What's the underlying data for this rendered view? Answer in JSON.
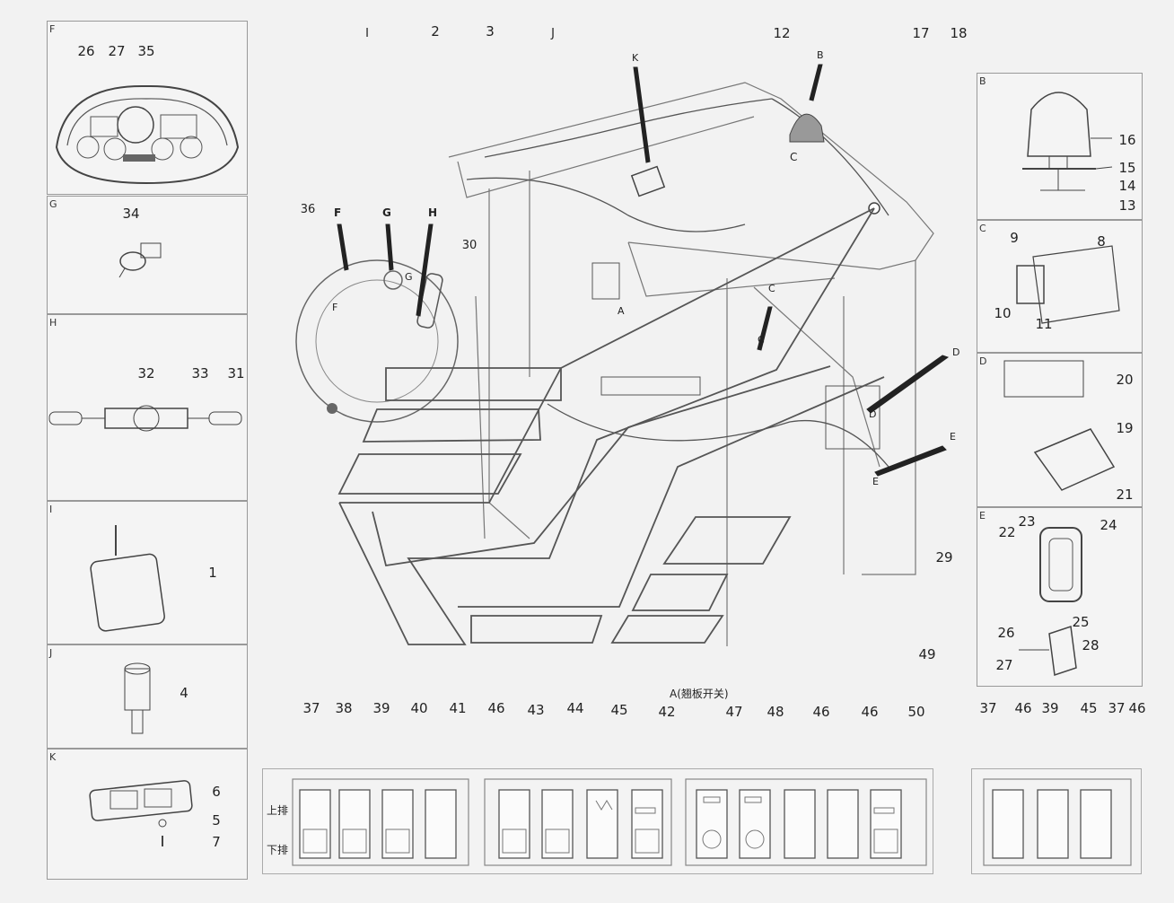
{
  "panels": {
    "F": {
      "tag": "F",
      "labels": [
        "26",
        "27",
        "35"
      ]
    },
    "G": {
      "tag": "G",
      "labels": [
        "34"
      ]
    },
    "H": {
      "tag": "H",
      "labels": [
        "32",
        "33",
        "31"
      ]
    },
    "I": {
      "tag": "I",
      "labels": [
        "1"
      ]
    },
    "J": {
      "tag": "J",
      "labels": [
        "4"
      ]
    },
    "K": {
      "tag": "K",
      "labels": [
        "6",
        "5",
        "7"
      ]
    },
    "B": {
      "tag": "B",
      "labels": [
        "16",
        "15",
        "14",
        "13"
      ]
    },
    "C": {
      "tag": "C",
      "labels": [
        "9",
        "8",
        "10",
        "11"
      ]
    },
    "D": {
      "tag": "D",
      "labels": [
        "20",
        "19",
        "21"
      ]
    },
    "E": {
      "tag": "E",
      "labels": [
        "22",
        "23",
        "24",
        "25",
        "26",
        "27",
        "28"
      ]
    }
  },
  "main": {
    "top_numbers": [
      "I",
      "2",
      "3",
      "J",
      "12",
      "17",
      "18"
    ],
    "side_numbers": [
      "36",
      "30",
      "29",
      "49"
    ],
    "leader_letters": [
      "K",
      "B",
      "C",
      "F",
      "G",
      "H",
      "D",
      "E"
    ],
    "area_letters": [
      "C",
      "G",
      "F",
      "A",
      "C",
      "D",
      "E"
    ],
    "caption": "A(翘板开关)"
  },
  "switch_numbers": [
    "37",
    "38",
    "39",
    "40",
    "41",
    "46",
    "43",
    "44",
    "45",
    "42",
    "47",
    "48",
    "46",
    "46",
    "50"
  ],
  "right_switch_numbers": [
    "37",
    "46",
    "39",
    "45",
    "37",
    "46"
  ],
  "row_labels": {
    "upper": "上排",
    "lower": "下排"
  }
}
